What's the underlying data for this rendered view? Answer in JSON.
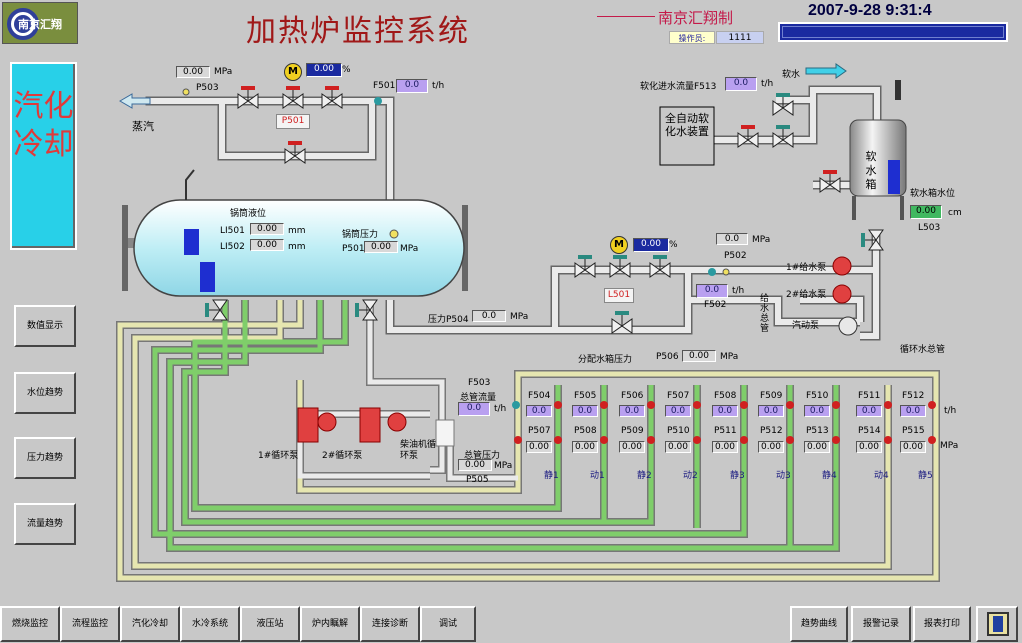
{
  "header": {
    "logo_text": "南京汇翔",
    "title": "加热炉监控系统",
    "maker": "南京汇翔制",
    "datetime": "2007-9-28 9:31:4",
    "user_label": "操作员:",
    "user_value": "1111"
  },
  "section_title": "汽化冷却",
  "side_buttons": [
    "数值显示",
    "水位趋势",
    "压力趋势",
    "流量趋势"
  ],
  "nav_left": [
    "燃烧监控",
    "流程监控",
    "汽化冷却",
    "水冷系统",
    "液压站",
    "炉内瞩解",
    "连接诊断",
    "调试"
  ],
  "nav_right": [
    "趋势曲线",
    "报警记录",
    "报表打印"
  ],
  "exit_icon": "exit-door-icon",
  "colors": {
    "background": "#c8c8c8",
    "pipe_grey": "#e8e8e8",
    "pipe_green": "#6fbf60",
    "pipe_yellow": "#d8d8a0",
    "valve_red": "#d02020",
    "pump_red": "#e04040",
    "tank_cyan": "#cfeff5",
    "level_blue": "#1e2ed0",
    "title_red": "#a01818",
    "cyan_panel": "#28d0e8"
  },
  "labels": {
    "steam": "蒸汽",
    "p503": "P503",
    "mpa": "MPa",
    "pct": "%",
    "f501_top": "F501",
    "th": "t/h",
    "p501_tag": "P501",
    "drum_level": "锅筒液位",
    "li501": "LI501",
    "li502": "LI502",
    "mm": "mm",
    "drum_pressure": "锅筒压力",
    "p501": "P501",
    "soft_flow": "软化进水流量F513",
    "soft_water": "软水",
    "auto_soft": "全自动软化水装置",
    "soft_tank": "软水箱",
    "soft_tank_level": "软水箱水位",
    "cm": "cm",
    "l503": "L503",
    "p502": "P502",
    "f502": "F502",
    "l501_tag": "L501",
    "pump1_feed": "1#给水泵",
    "pump2_feed": "2#给水泵",
    "steam_pump": "汽动泵",
    "feed_main": "给水总管",
    "pressure_p504": "压力P504",
    "dist_pressure": "分配水箱压力",
    "p506": "P506",
    "circ_main": "循环水总管",
    "total_flow": "总管流量",
    "f503": "F503",
    "total_pressure": "总管压力",
    "p505": "P505",
    "pump1_circ": "1#循环泵",
    "pump2_circ": "2#循环泵",
    "diesel_pump": "柴油机循环泵"
  },
  "values": {
    "p503": "0.00",
    "motor_top_pct": "0.00",
    "f501": "0.0",
    "li501": "0.00",
    "li502": "0.00",
    "p501": "0.00",
    "f513": "0.0",
    "l503": "0.00",
    "p502": "0.0",
    "motor_mid_pct": "0.00",
    "f502": "0.0",
    "p504": "0.0",
    "p506": "0.00",
    "f503": "0.0",
    "p505": "0.00"
  },
  "branches": [
    {
      "flow_tag": "F504",
      "flow": "0.0",
      "press_tag": "P507",
      "press": "0.00",
      "name": "静1"
    },
    {
      "flow_tag": "F505",
      "flow": "0.0",
      "press_tag": "P508",
      "press": "0.00",
      "name": "动1"
    },
    {
      "flow_tag": "F506",
      "flow": "0.0",
      "press_tag": "P509",
      "press": "0.00",
      "name": "静2"
    },
    {
      "flow_tag": "F507",
      "flow": "0.0",
      "press_tag": "P510",
      "press": "0.00",
      "name": "动2"
    },
    {
      "flow_tag": "F508",
      "flow": "0.0",
      "press_tag": "P511",
      "press": "0.00",
      "name": "静3"
    },
    {
      "flow_tag": "F509",
      "flow": "0.0",
      "press_tag": "P512",
      "press": "0.00",
      "name": "动3"
    },
    {
      "flow_tag": "F510",
      "flow": "0.0",
      "press_tag": "P513",
      "press": "0.00",
      "name": "静4"
    },
    {
      "flow_tag": "F511",
      "flow": "0.0",
      "press_tag": "P514",
      "press": "0.00",
      "name": "动4"
    },
    {
      "flow_tag": "F512",
      "flow": "0.0",
      "press_tag": "P515",
      "press": "0.00",
      "name": "静5"
    }
  ],
  "branch_units": {
    "flow": "t/h",
    "pressure": "MPa"
  },
  "motor_symbol": "M"
}
